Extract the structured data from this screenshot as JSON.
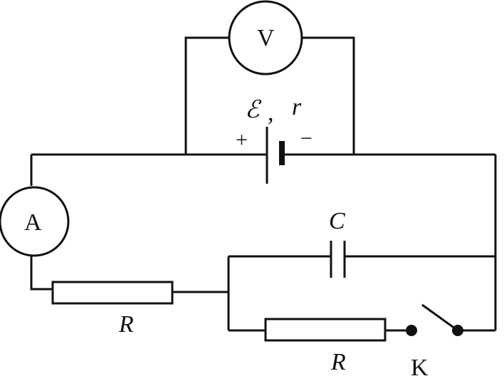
{
  "voltmeter": {
    "label": "V"
  },
  "ammeter": {
    "label": "A"
  },
  "battery": {
    "emf_symbol": "ℰ",
    "separator": ",",
    "internal_resistance": "r",
    "plus_sign": "+",
    "minus_sign": "−"
  },
  "resistor_top": {
    "label": "R"
  },
  "resistor_bottom": {
    "label": "R"
  },
  "capacitor": {
    "label": "C"
  },
  "switch": {
    "label": "K"
  }
}
